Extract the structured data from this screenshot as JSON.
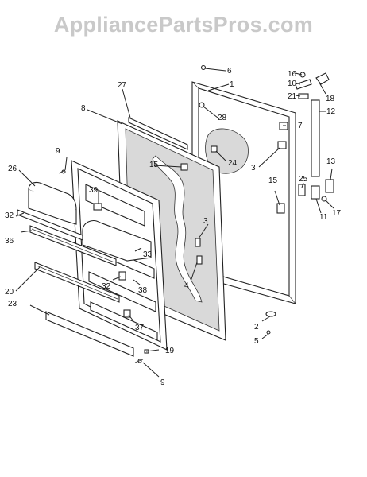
{
  "watermark": {
    "text": "AppliancePartsPros.com"
  },
  "callouts": [
    "6",
    "1",
    "16",
    "10",
    "18",
    "21",
    "12",
    "27",
    "8",
    "28",
    "7",
    "24",
    "9",
    "26",
    "15",
    "3",
    "13",
    "39",
    "15",
    "25",
    "3",
    "11",
    "17",
    "32",
    "33",
    "36",
    "32",
    "38",
    "4",
    "20",
    "37",
    "2",
    "23",
    "5",
    "19",
    "9"
  ]
}
